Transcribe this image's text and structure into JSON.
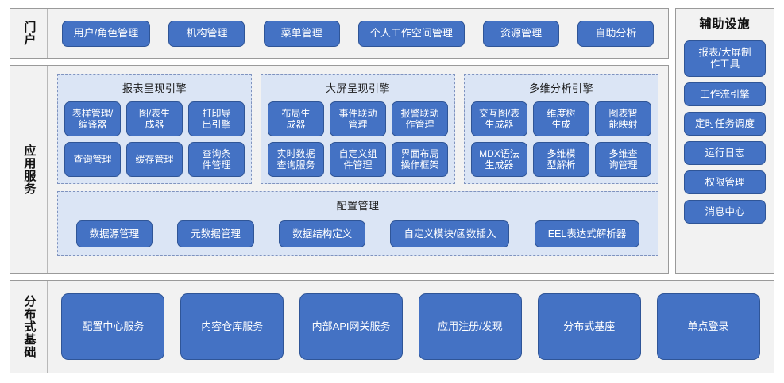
{
  "colors": {
    "button_fill": "#4472C4",
    "button_border": "#2F5597",
    "panel_fill": "#DBE5F5",
    "panel_border": "#7F93BF",
    "section_fill": "#F2F2F2",
    "section_border": "#9A9A9A",
    "text_light": "#FFFFFF",
    "text_dark": "#111111"
  },
  "portal": {
    "label": "门户",
    "buttons": [
      {
        "label": "用户/角色管理"
      },
      {
        "label": "机构管理"
      },
      {
        "label": "菜单管理"
      },
      {
        "label": "个人工作空间管理"
      },
      {
        "label": "资源管理"
      },
      {
        "label": "自助分析"
      }
    ]
  },
  "application_services": {
    "label": "应用服务",
    "engines": [
      {
        "title": "报表呈现引擎",
        "tiles": [
          {
            "label": "表样管理/\n编译器"
          },
          {
            "label": "图/表生\n成器"
          },
          {
            "label": "打印导\n出引擎"
          },
          {
            "label": "查询管理"
          },
          {
            "label": "缓存管理"
          },
          {
            "label": "查询条\n件管理"
          }
        ]
      },
      {
        "title": "大屏呈现引擎",
        "tiles": [
          {
            "label": "布局生\n成器"
          },
          {
            "label": "事件联动\n管理"
          },
          {
            "label": "报警联动\n作管理"
          },
          {
            "label": "实时数据\n查询服务"
          },
          {
            "label": "自定义组\n件管理"
          },
          {
            "label": "界面布局\n操作框架"
          }
        ]
      },
      {
        "title": "多维分析引擎",
        "tiles": [
          {
            "label": "交互图/表\n生成器"
          },
          {
            "label": "维度树\n生成"
          },
          {
            "label": "图表智\n能映射"
          },
          {
            "label": "MDX语法\n生成器"
          },
          {
            "label": "多维模\n型解析"
          },
          {
            "label": "多维查\n询管理"
          }
        ]
      }
    ],
    "config": {
      "title": "配置管理",
      "buttons": [
        {
          "label": "数据源管理"
        },
        {
          "label": "元数据管理"
        },
        {
          "label": "数据结构定义"
        },
        {
          "label": "自定义模块/函数插入"
        },
        {
          "label": "EEL表达式解析器"
        }
      ]
    }
  },
  "auxiliary": {
    "title": "辅助设施",
    "buttons": [
      {
        "label": "报表/大屏制\n作工具",
        "size": "tall"
      },
      {
        "label": "工作流引擎",
        "size": "short"
      },
      {
        "label": "定时任务调度",
        "size": "short"
      },
      {
        "label": "运行日志",
        "size": "short"
      },
      {
        "label": "权限管理",
        "size": "short"
      },
      {
        "label": "消息中心",
        "size": "short"
      }
    ]
  },
  "distributed": {
    "label": "分布式基础",
    "buttons": [
      {
        "label": "配置中心服务"
      },
      {
        "label": "内容仓库服务"
      },
      {
        "label": "内部API网关服务"
      },
      {
        "label": "应用注册/发现"
      },
      {
        "label": "分布式基座"
      },
      {
        "label": "单点登录"
      }
    ]
  }
}
